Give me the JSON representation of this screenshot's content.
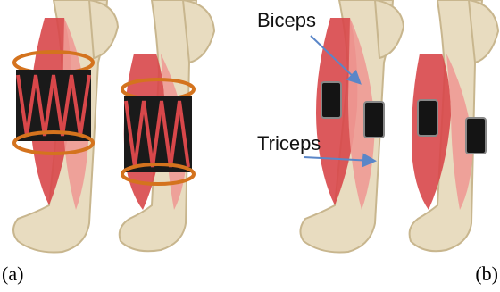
{
  "panels": [
    {
      "label": "(a)"
    },
    {
      "label": "(b)"
    }
  ],
  "callouts": {
    "biceps": "Biceps",
    "triceps": "Triceps"
  },
  "colors": {
    "bone": "#e8dcc0",
    "bone_shadow": "#c8b68e",
    "muscle": "#d8474a",
    "muscle_light": "#ee9a95",
    "coil": "#111111",
    "ring": "#d4731e",
    "electrode": "#141414",
    "arrow": "#5a86c8"
  }
}
